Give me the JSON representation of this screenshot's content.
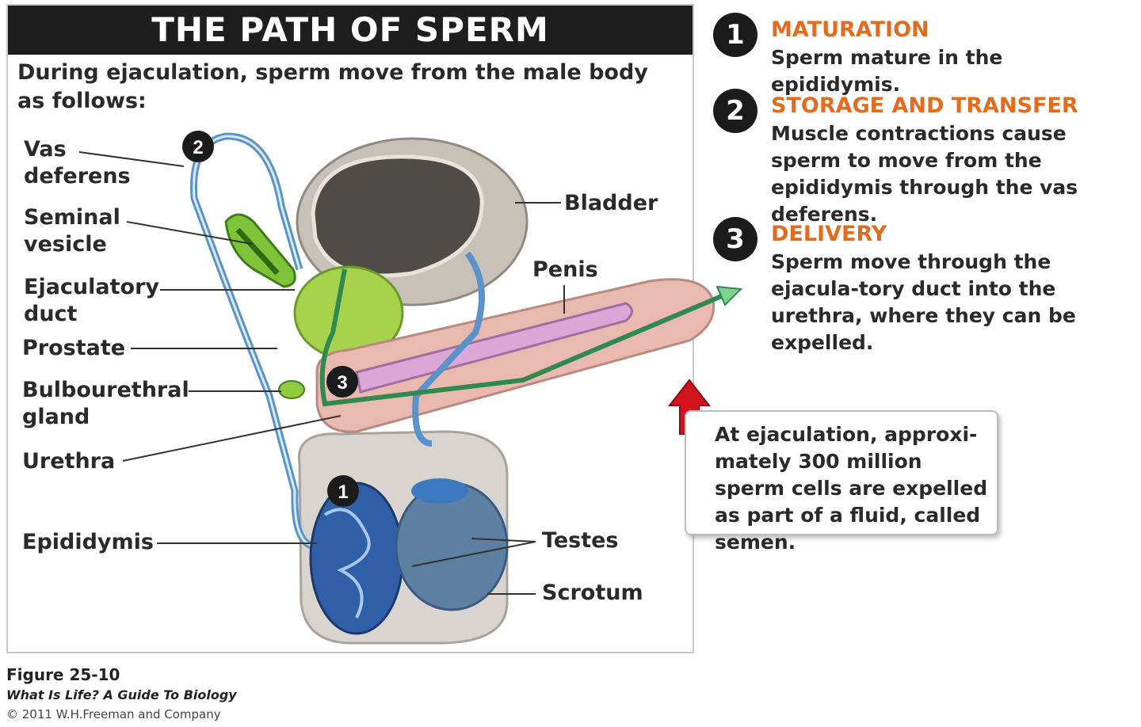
{
  "title": "THE PATH OF SPERM",
  "intro": "During ejaculation, sperm move from the male body as follows:",
  "labels": {
    "vas_deferens": [
      "Vas",
      "deferens"
    ],
    "seminal_vesicle": [
      "Seminal",
      "vesicle"
    ],
    "ejaculatory_duct": [
      "Ejaculatory",
      "duct"
    ],
    "prostate": "Prostate",
    "bulbourethral_gland": [
      "Bulbourethral",
      "gland"
    ],
    "urethra": "Urethra",
    "epididymis": "Epididymis",
    "bladder": "Bladder",
    "penis": "Penis",
    "testes": "Testes",
    "scrotum": "Scrotum"
  },
  "markers": [
    "1",
    "2",
    "3"
  ],
  "steps": [
    {
      "number": "1",
      "heading": "MATURATION",
      "text": "Sperm mature in the epididymis."
    },
    {
      "number": "2",
      "heading": "STORAGE AND TRANSFER",
      "text": "Muscle contractions cause sperm to move from the epididymis through the vas deferens."
    },
    {
      "number": "3",
      "heading": "DELIVERY",
      "text": "Sperm move through the ejacula-tory duct into the urethra, where they can be expelled."
    }
  ],
  "callout": "At ejaculation, approxi-mately 300 million sperm cells are expelled as part of a fluid, called semen.",
  "caption": {
    "figure": "Figure 25-10",
    "book": "What Is Life? A Guide To Biology",
    "copyright": "© 2011 W.H.Freeman and Company"
  },
  "colors": {
    "heading_orange": "#e46a1c",
    "duct_blue": "#5a93c9",
    "gland_green": "#9fd24a",
    "penis_pink": "#e8b7b0",
    "arrow_red": "#d4141c"
  }
}
